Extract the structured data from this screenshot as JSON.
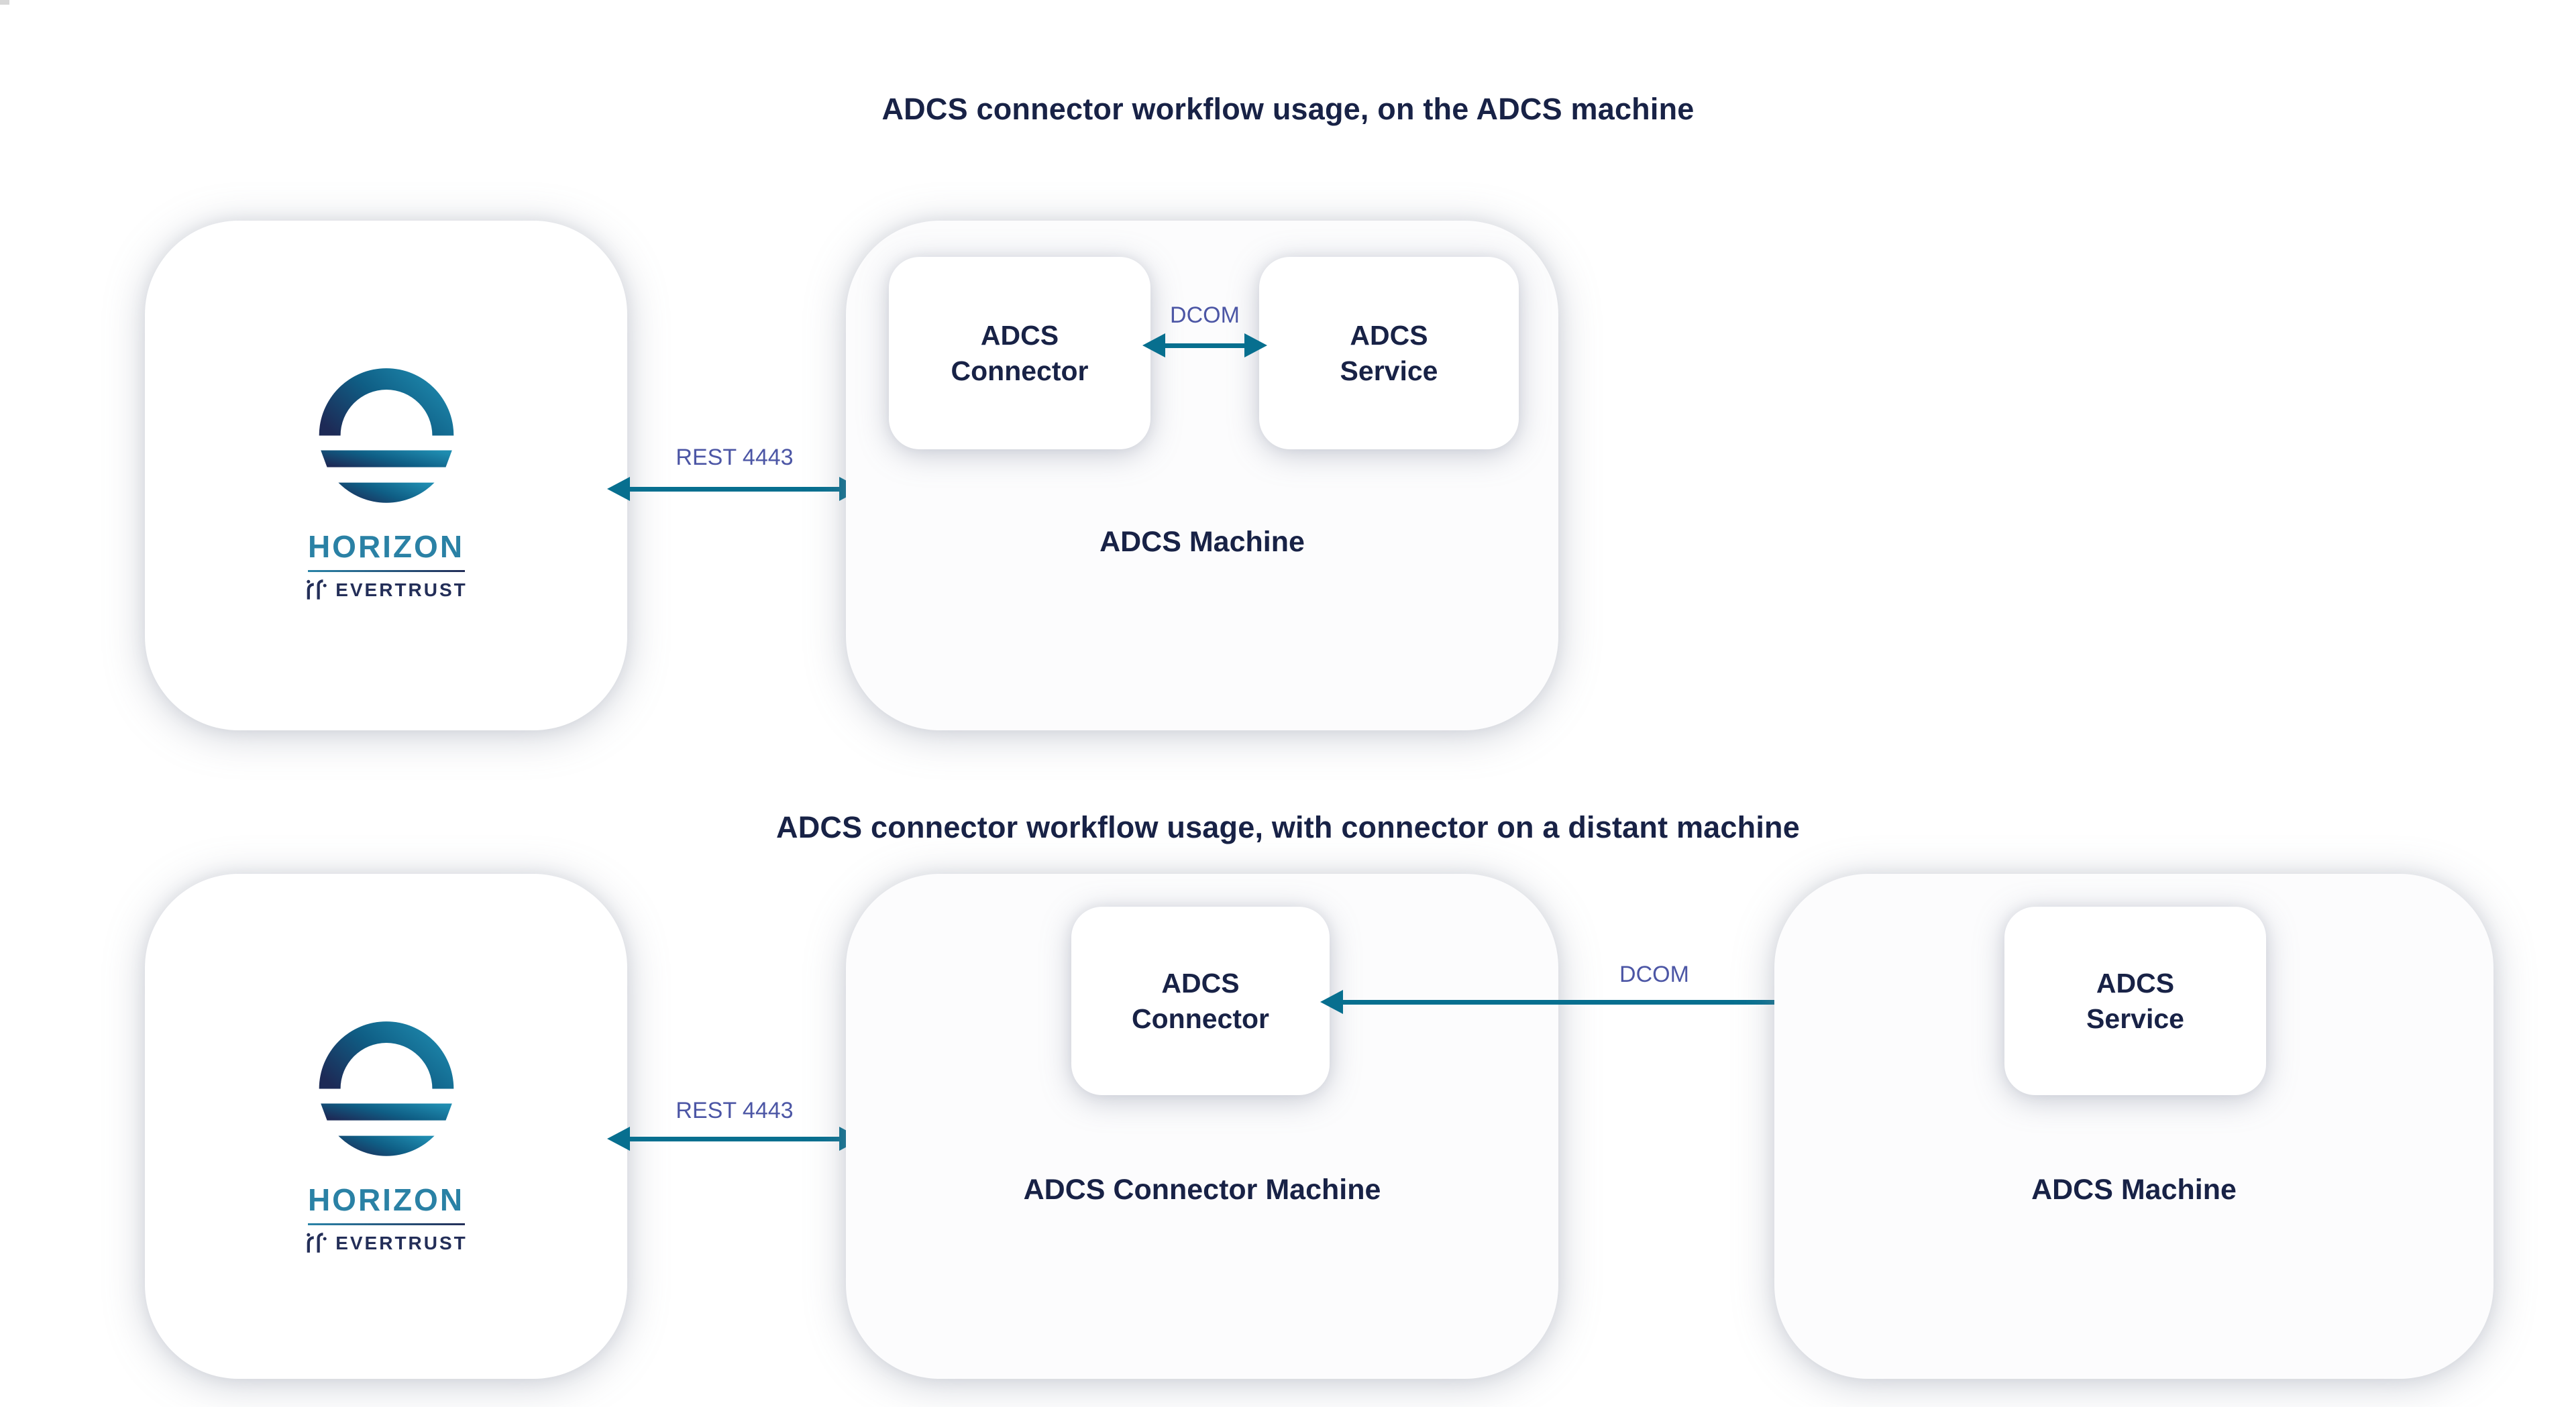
{
  "page": {
    "background": "#ffffff"
  },
  "colors": {
    "navy_text": "#182246",
    "arrow_teal": "#076f8f",
    "connection_label_purple": "#4c56a5",
    "horizon_teal": "#2a81a5",
    "evertrust_navy": "#232e58",
    "logo_gradient_start": "#1d2a56",
    "logo_gradient_end": "#1f8cb0"
  },
  "logo": {
    "brand": "HORIZON",
    "subbrand": "EVERTRUST"
  },
  "diagram_top": {
    "title": "ADCS connector workflow usage, on the ADCS machine",
    "machine_label": "ADCS Machine",
    "nodes": {
      "connector": {
        "line1": "ADCS",
        "line2": "Connector"
      },
      "service": {
        "line1": "ADCS",
        "line2": "Service"
      }
    },
    "connections": {
      "rest": "REST 4443",
      "dcom": "DCOM"
    }
  },
  "diagram_bottom": {
    "title": "ADCS connector workflow usage, with connector on a distant machine",
    "connector_machine_label": "ADCS Connector Machine",
    "machine_label": "ADCS Machine",
    "nodes": {
      "connector": {
        "line1": "ADCS",
        "line2": "Connector"
      },
      "service": {
        "line1": "ADCS",
        "line2": "Service"
      }
    },
    "connections": {
      "rest": "REST 4443",
      "dcom": "DCOM"
    }
  }
}
